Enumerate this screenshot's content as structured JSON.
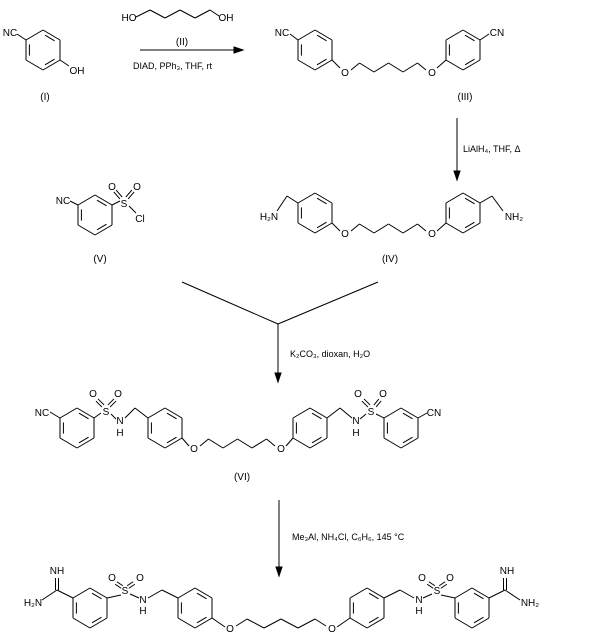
{
  "compounds": {
    "I": {
      "label": "(I)",
      "atoms": [
        "NC",
        "OH"
      ]
    },
    "II": {
      "label": "(II)",
      "atoms": [
        "HO",
        "OH"
      ]
    },
    "III": {
      "label": "(III)",
      "atoms": [
        "NC",
        "O",
        "O",
        "CN"
      ]
    },
    "IV": {
      "label": "(IV)",
      "atoms": [
        "H₂N",
        "O",
        "O",
        "NH₂"
      ]
    },
    "V": {
      "label": "(V)",
      "atoms": [
        "NC",
        "S",
        "O",
        "O",
        "Cl"
      ]
    },
    "VI": {
      "label": "(VI)",
      "atoms": [
        "NC",
        "S",
        "O",
        "O",
        "N",
        "H",
        "O",
        "O",
        "N",
        "H",
        "S",
        "O",
        "O",
        "CN"
      ]
    },
    "product": {
      "atoms": [
        "H₂N",
        "NH",
        "S",
        "O",
        "O",
        "N",
        "H",
        "O",
        "O",
        "N",
        "H",
        "S",
        "O",
        "O",
        "NH",
        "NH₂"
      ]
    }
  },
  "reagents": {
    "step1": "DIAD, PPh₃, THF, rt",
    "step2": "LiAlH₄, THF, Δ",
    "step3": "K₂CO₃, dioxan, H₂O",
    "step4": "Me₃Al, NH₄Cl, C₆H₆, 145 °C"
  }
}
